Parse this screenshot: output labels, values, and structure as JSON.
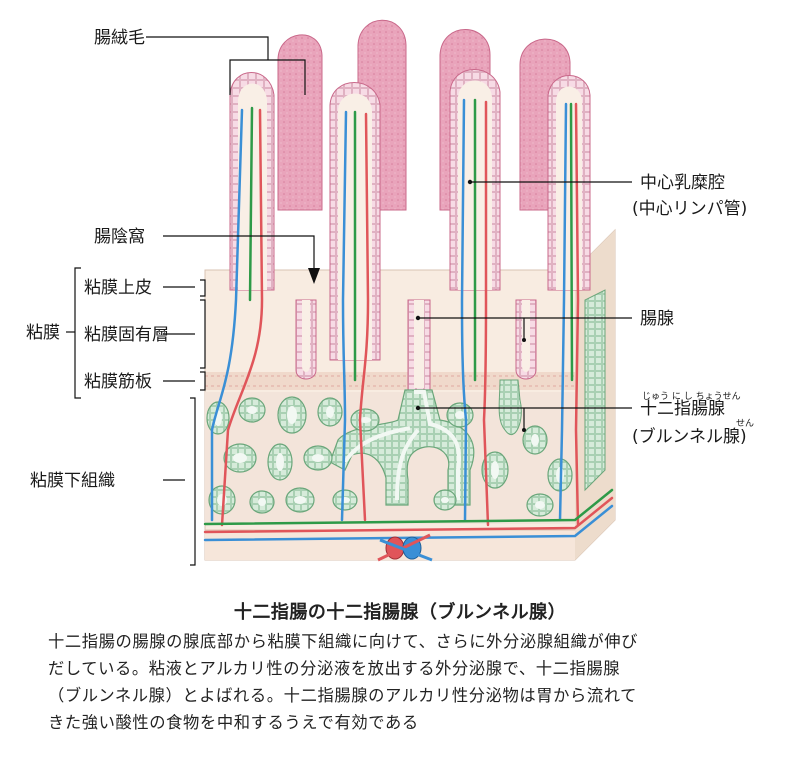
{
  "labels": {
    "villus": "腸絨毛",
    "lacteal_1": "中心乳糜腔",
    "lacteal_2": "(中心リンパ管)",
    "crypt": "腸陰窩",
    "epithelium": "粘膜上皮",
    "lamina_propria": "粘膜固有層",
    "muscularis": "粘膜筋板",
    "mucosa": "粘膜",
    "submucosa": "粘膜下組織",
    "intestinal_gland": "腸腺",
    "brunner_1": "十二指腸腺",
    "brunner_2": "(ブルンネル腺)",
    "ruby_top": "じゅう に し ちょうせん",
    "ruby_sen": "せん"
  },
  "caption": {
    "title": "十二指腸の十二指腸腺（ブルンネル腺）",
    "lines": [
      "十二指腸の腸腺の腺底部から粘膜下組織に向けて、さらに外分泌腺組織が伸び",
      "だしている。粘液とアルカリ性の分泌液を放出する外分泌腺で、十二指腸腺",
      "（ブルンネル腺）とよばれる。十二指腸腺のアルカリ性分泌物は胃から流れて",
      "きた強い酸性の食物を中和するうえで有効である"
    ]
  },
  "colors": {
    "villus_pink": "#e59bb4",
    "epithelium_light": "#f6d8e2",
    "tissue_cream": "#f8ece1",
    "gland_green": "#cfe6d4",
    "vessel_red": "#e0555a",
    "vessel_blue": "#3a8fd6",
    "lymph_green": "#2e9a48"
  }
}
